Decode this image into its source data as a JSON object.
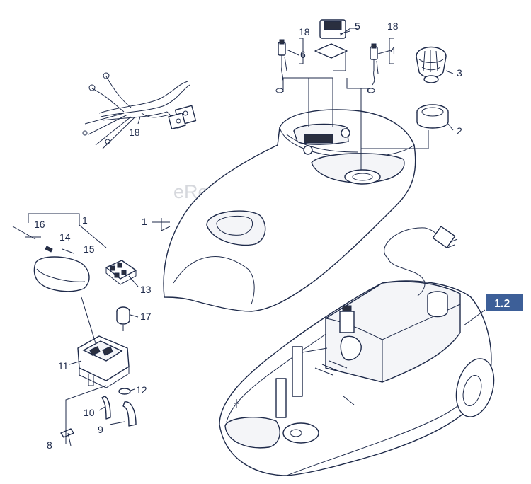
{
  "diagram": {
    "watermark": "eReplacementParts.com",
    "badge": "1.2",
    "callouts": {
      "c1a": "1",
      "c1b": "1",
      "c2": "2",
      "c3": "3",
      "c4": "4",
      "c5": "5",
      "c6": "6",
      "c8": "8",
      "c9": "9",
      "c10": "10",
      "c11": "11",
      "c12": "12",
      "c13": "13",
      "c14": "14",
      "c15": "15",
      "c16": "16",
      "c17": "17",
      "c18a": "18",
      "c18b": "18",
      "c18c": "18"
    }
  }
}
